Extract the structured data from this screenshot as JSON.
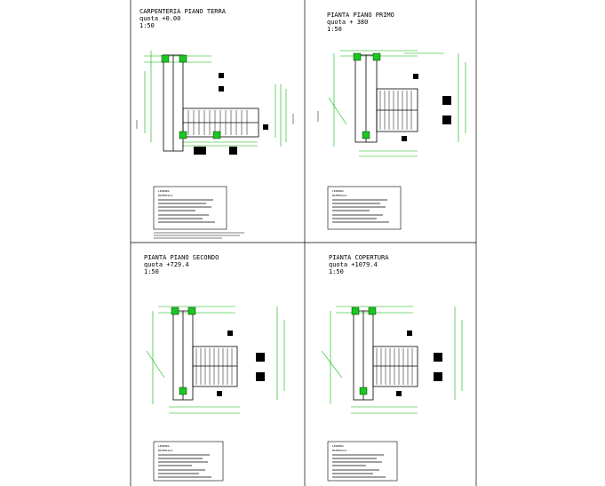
{
  "sheet": {
    "panels": [
      {
        "id": "piano-terra",
        "title": "CARPENTERIA PIANO TERRA",
        "level": "quota +0.00",
        "scale": "1:50"
      },
      {
        "id": "piano-primo",
        "title": "PIANTA PIANO PRIMO",
        "level": "quota + 380",
        "scale": "1:50"
      },
      {
        "id": "piano-secondo",
        "title": "PIANTA PIANO SECONDO",
        "level": "quota +729.4",
        "scale": "1:50"
      },
      {
        "id": "piano-copertura",
        "title": "PIANTA COPERTURA",
        "level": "quota +1079.4",
        "scale": "1:50"
      }
    ],
    "legend_heading": "LEGENDA",
    "legend_subheading": "MATERIALI"
  },
  "colors": {
    "dimension": "#00b400",
    "structure": "#000000",
    "highlight": "#19c81e"
  }
}
